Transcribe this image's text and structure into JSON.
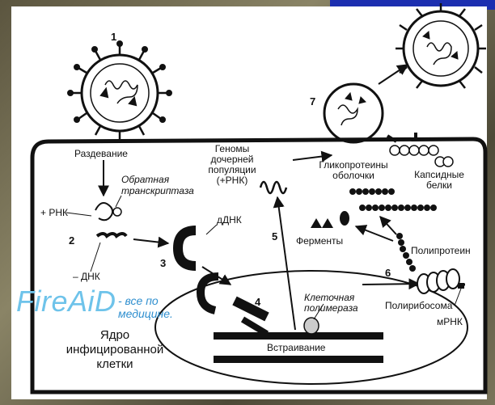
{
  "steps": {
    "s1": "1",
    "s2": "2",
    "s3": "3",
    "s4": "4",
    "s5": "5",
    "s6": "6",
    "s7": "7"
  },
  "labels": {
    "uncoating": "Раздевание",
    "reverse_transcriptase": [
      "Обратная",
      "транскриптаза"
    ],
    "plus_rna": "+ РНК",
    "minus_dna": "– ДНК",
    "ddna": "дДНК",
    "daughter_genomes": [
      "Геномы",
      "дочерней",
      "популяции",
      "(+РНК)"
    ],
    "glycoproteins": [
      "Гликопротеины",
      "оболочки"
    ],
    "capsid_proteins": [
      "Капсидные",
      "белки"
    ],
    "enzymes": "Ферменты",
    "polyprotein": "Полипротеин",
    "polyribosome": "Полирибосома",
    "mrna": "мРНК",
    "cell_polymerase": [
      "Клеточная",
      "полимераза"
    ],
    "integration": "Встраивание",
    "nucleus": [
      "Ядро",
      "инфицированной",
      "клетки"
    ]
  },
  "watermark": {
    "logo": "FireAiD",
    "text": [
      "- все по",
      "медицине."
    ]
  },
  "colors": {
    "background": "#6e6a55",
    "accent_blue": "#1c2fb0",
    "watermark": "#6ec3ea"
  }
}
